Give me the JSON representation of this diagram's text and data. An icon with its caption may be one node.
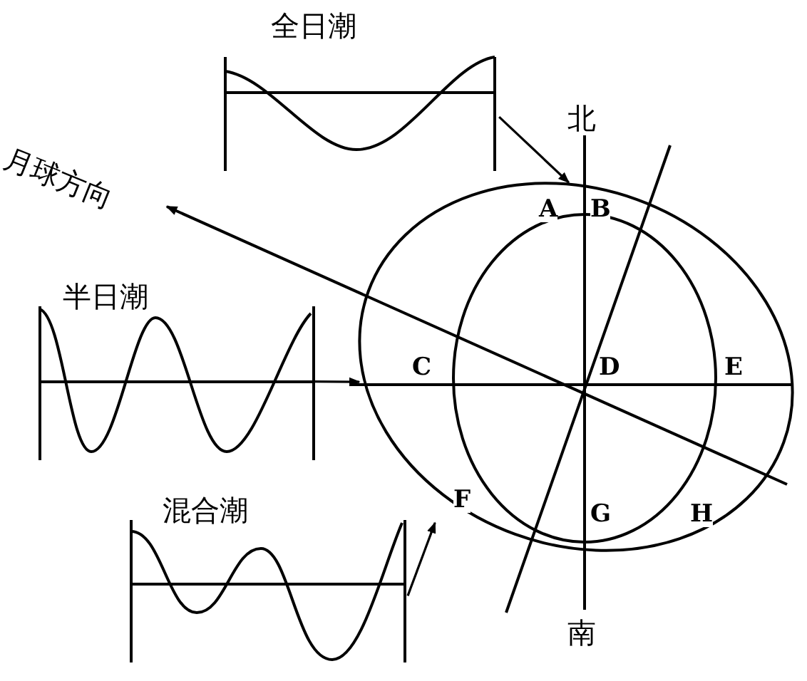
{
  "diagram": {
    "nodes": [
      {
        "text": [
          "全日潮"
        ]
      },
      {
        "text": [
          "半日潮"
        ]
      },
      {
        "text": [
          "混合潮"
        ]
      },
      {
        "text": [],
        "shape": "ellipse"
      },
      {
        "text": [],
        "shape": "ellipse",
        "in": 3
      }
    ],
    "edges": [
      {
        "from": 0,
        "to": 3,
        "arrow": "to"
      },
      {
        "from": 1,
        "to": 3,
        "arrow": "to"
      },
      {
        "from": 2,
        "to": 3,
        "arrow": "to"
      }
    ],
    "labels": [
      "北",
      "月球方向",
      "A",
      "B",
      "C",
      "D",
      "E",
      "F",
      "G",
      "H",
      "南"
    ]
  }
}
